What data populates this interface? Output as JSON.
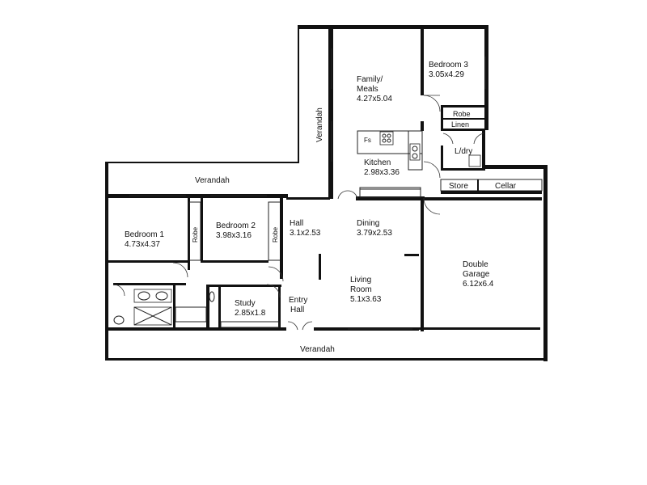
{
  "rooms": {
    "family_meals": {
      "name_line1": "Family/",
      "name_line2": "Meals",
      "dims": "4.27x5.04"
    },
    "bedroom3": {
      "name": "Bedroom 3",
      "dims": "3.05x4.29"
    },
    "robe_bed3": "Robe",
    "linen": "Linen",
    "laundry": "L/dry",
    "kitchen": {
      "name": "Kitchen",
      "dims": "2.98x3.36"
    },
    "fridge_space": "Fs",
    "store": "Store",
    "cellar": "Cellar",
    "verandah_side": "Verandah",
    "verandah_top": "Verandah",
    "verandah_front": "Verandah",
    "bedroom1": {
      "name": "Bedroom 1",
      "dims": "4.73x4.37"
    },
    "robe_bed1": "Robe",
    "bedroom2": {
      "name": "Bedroom 2",
      "dims": "3.98x3.16"
    },
    "robe_bed2": "Robe",
    "hall": {
      "name": "Hall",
      "dims": "3.1x2.53"
    },
    "dining": {
      "name": "Dining",
      "dims": "3.79x2.53"
    },
    "living": {
      "name_line1": "Living",
      "name_line2": "Room",
      "dims": "5.1x3.63"
    },
    "study": {
      "name": "Study",
      "dims": "2.85x1.8"
    },
    "entry_hall": {
      "name_line1": "Entry",
      "name_line2": "Hall"
    },
    "garage": {
      "name_line1": "Double",
      "name_line2": "Garage",
      "dims": "6.12x6.4"
    }
  },
  "colors": {
    "wall": "#111111",
    "line": "#222222",
    "background": "#ffffff"
  }
}
